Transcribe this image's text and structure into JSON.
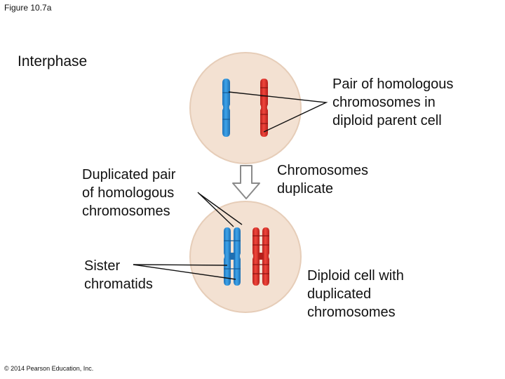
{
  "figure_id": "Figure 10.7a",
  "section_title": "Interphase",
  "labels": {
    "homologous_pair": "Pair of homologous\nchromosomes in\ndiploid parent cell",
    "duplicated_pair": "Duplicated pair\nof homologous\nchromosomes",
    "chromosomes_duplicate": "Chromosomes\nduplicate",
    "sister_chromatids": "Sister\nchromatids",
    "diploid_cell": "Diploid cell with\nduplicated\nchromosomes"
  },
  "copyright": "© 2014 Pearson Education, Inc.",
  "colors": {
    "cell_fill": "#f3e1d2",
    "cell_stroke": "#e6cdb8",
    "maternal_chromosome": "#2b8fd6",
    "paternal_chromosome": "#e0312b",
    "arrow_fill": "#ffffff",
    "arrow_stroke": "#8a8a8a"
  }
}
